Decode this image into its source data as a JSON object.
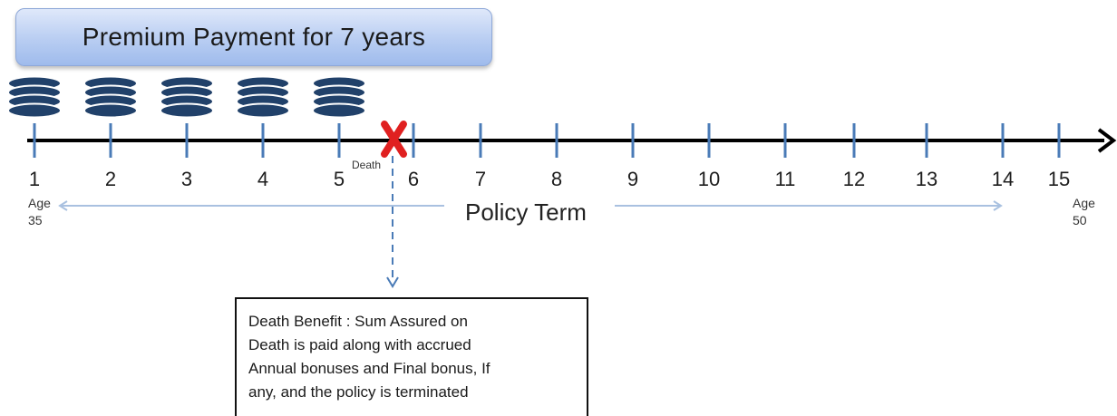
{
  "banner": {
    "text": "Premium Payment for 7 years"
  },
  "timeline": {
    "ticks": [
      "1",
      "2",
      "3",
      "4",
      "5",
      "6",
      "7",
      "8",
      "9",
      "10",
      "11",
      "12",
      "13",
      "14",
      "15"
    ],
    "premium_coin_stacks": 5
  },
  "ages": {
    "start_word": "Age",
    "start_value": "35",
    "end_word": "Age",
    "end_value": "50"
  },
  "death_marker": {
    "label": "Death"
  },
  "policy_term": {
    "label": "Policy Term"
  },
  "benefit": {
    "lines": [
      "Death  Benefit : Sum Assured  on",
      "Death is paid along with accrued",
      "Annual bonuses and Final bonus, If",
      "any, and the policy is terminated"
    ]
  },
  "colors": {
    "axis": "#000000",
    "tick": "#4a7bb7",
    "coin": "#21416a",
    "cross": "#e02020",
    "arrow_light": "#a9c1e0",
    "dashed": "#4a7bb7"
  }
}
